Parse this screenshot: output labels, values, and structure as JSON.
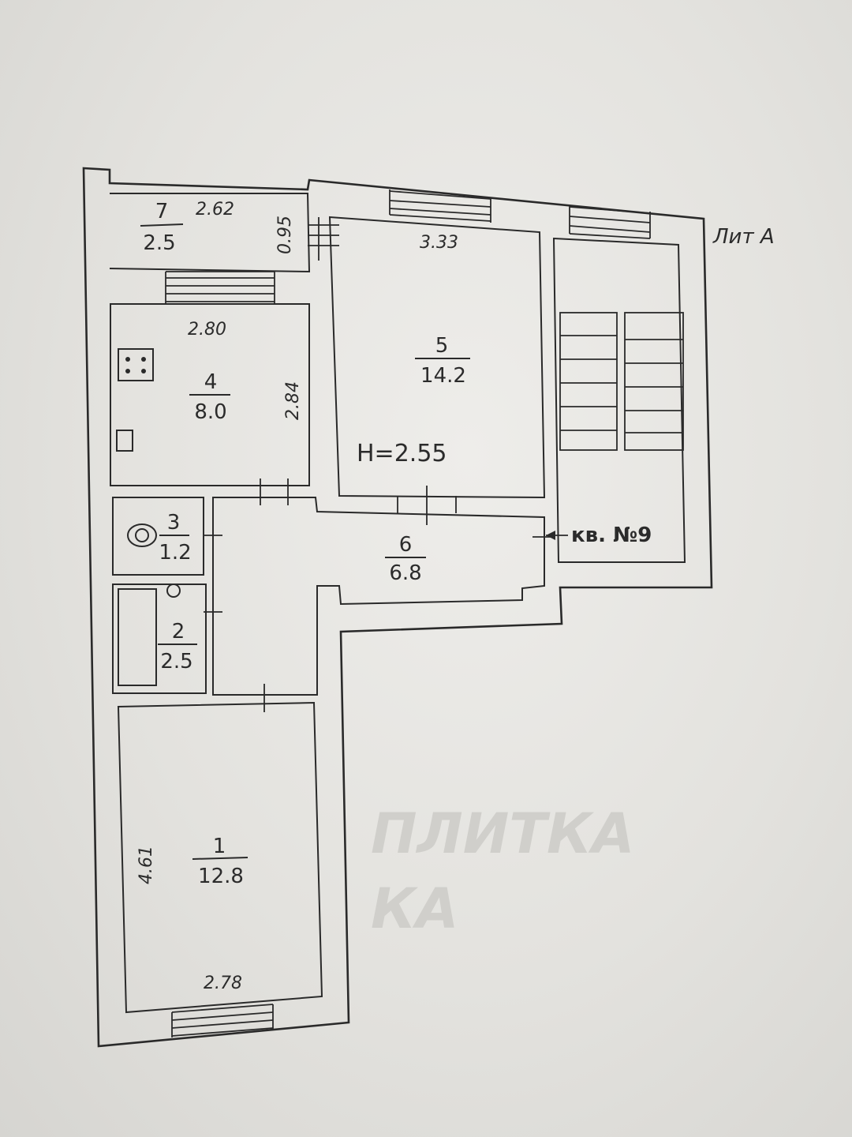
{
  "building": {
    "liter": "Лит А",
    "apartment": "кв. №9",
    "ceiling_height": "H=2.55"
  },
  "rooms": [
    {
      "number": "1",
      "area": "12.8"
    },
    {
      "number": "2",
      "area": "2.5"
    },
    {
      "number": "3",
      "area": "1.2"
    },
    {
      "number": "4",
      "area": "8.0"
    },
    {
      "number": "5",
      "area": "14.2"
    },
    {
      "number": "6",
      "area": "6.8"
    },
    {
      "number": "7",
      "area": "2.5"
    }
  ],
  "dimensions": {
    "balcony_width": "2.62",
    "balcony_depth": "0.95",
    "room5_width": "3.33",
    "kitchen_width": "2.80",
    "kitchen_length": "2.84",
    "room1_length": "4.61",
    "room1_width": "2.78"
  },
  "background_text": [
    "ПЛИТКА",
    "КА"
  ]
}
